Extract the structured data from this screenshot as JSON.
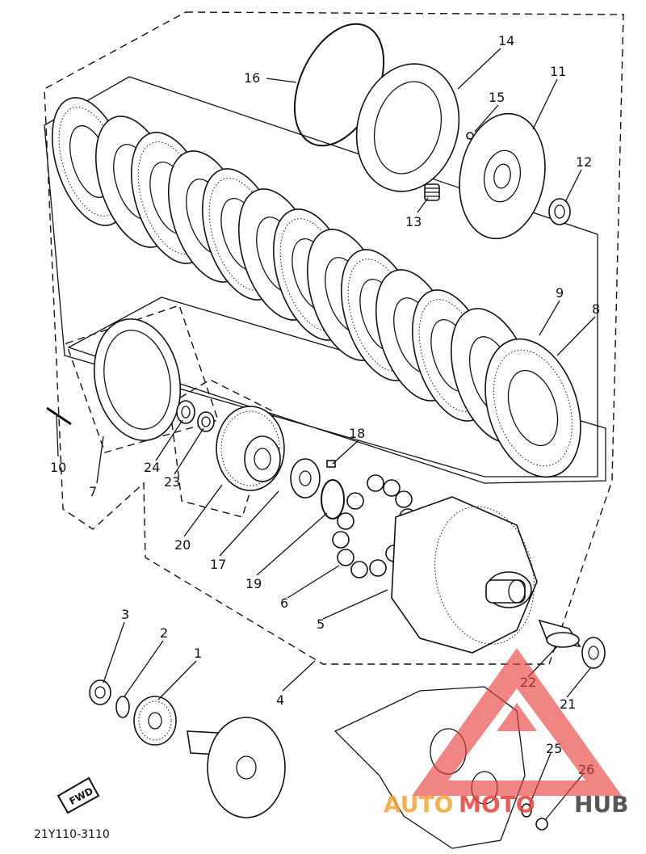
{
  "diagram": {
    "part_labels": {
      "p1": "1",
      "p2": "2",
      "p3": "3",
      "p4": "4",
      "p5": "5",
      "p6": "6",
      "p7": "7",
      "p8": "8",
      "p9": "9",
      "p10": "10",
      "p11": "11",
      "p12": "12",
      "p13": "13",
      "p14": "14",
      "p15": "15",
      "p16": "16",
      "p17": "17",
      "p18": "18",
      "p19": "19",
      "p20": "20",
      "p21": "21",
      "p22": "22",
      "p23": "23",
      "p24": "24",
      "p25": "25",
      "p26": "26"
    },
    "drawing_code": "21Y110-3110",
    "fwd_label": "FWD"
  },
  "watermark": {
    "text_orange": "AUTO",
    "text_red": "MOTO",
    "text_dark": "HUB",
    "colors": {
      "red": "#e8403a",
      "orange": "#f2a531",
      "dark": "#3a3a3a"
    }
  }
}
